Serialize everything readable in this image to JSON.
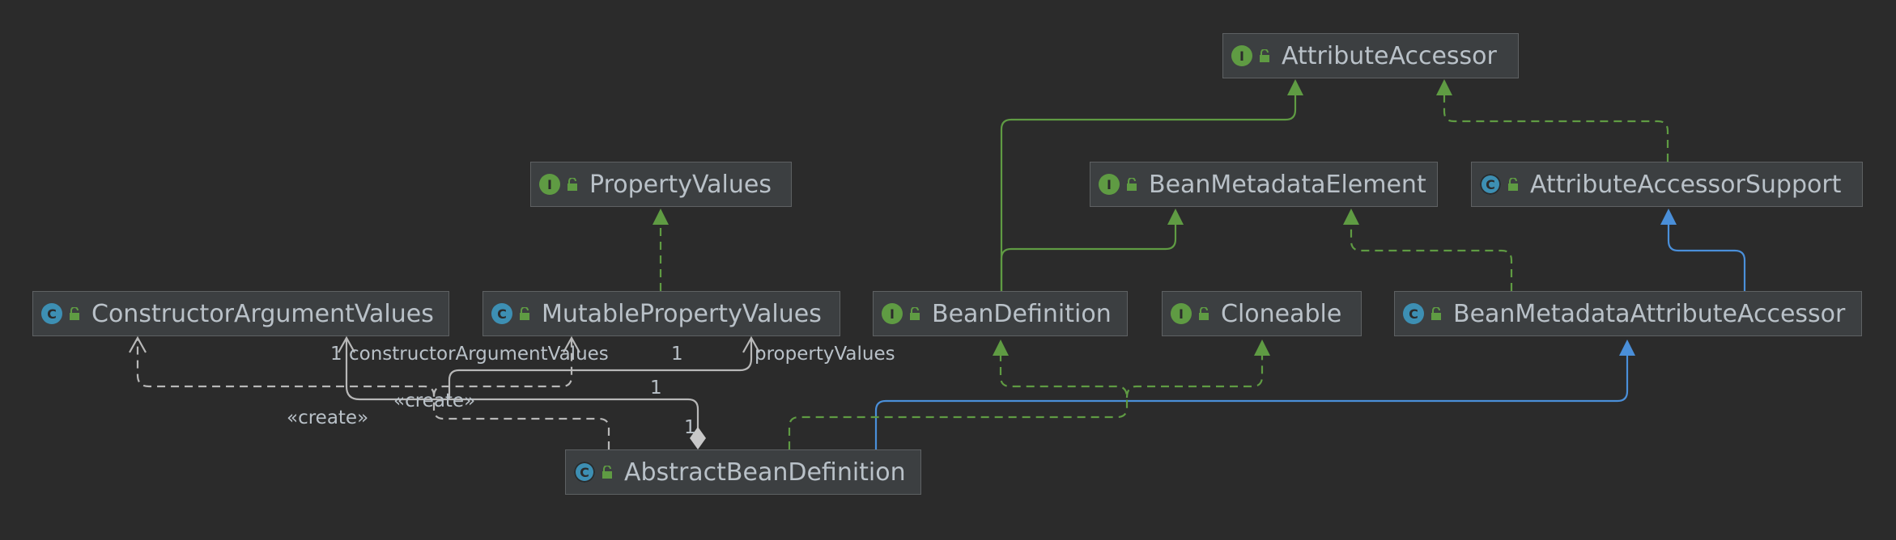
{
  "colors": {
    "background": "#2b2b2b",
    "node_fill": "#3c3f41",
    "node_border": "#5e6163",
    "implements": "#5f9b43",
    "extends": "#4a8fd9",
    "association": "#b8b8b8",
    "text": "#b9c1c8"
  },
  "nodes": {
    "attribute_accessor": {
      "kind": "interface",
      "kind_letter": "I",
      "name": "AttributeAccessor"
    },
    "property_values": {
      "kind": "interface",
      "kind_letter": "I",
      "name": "PropertyValues"
    },
    "bean_metadata_element": {
      "kind": "interface",
      "kind_letter": "I",
      "name": "BeanMetadataElement"
    },
    "attribute_accessor_support": {
      "kind": "abstract-class",
      "kind_letter": "C",
      "name": "AttributeAccessorSupport"
    },
    "constructor_argument_values": {
      "kind": "class",
      "kind_letter": "C",
      "name": "ConstructorArgumentValues"
    },
    "mutable_property_values": {
      "kind": "class",
      "kind_letter": "C",
      "name": "MutablePropertyValues"
    },
    "bean_definition": {
      "kind": "interface",
      "kind_letter": "I",
      "name": "BeanDefinition"
    },
    "cloneable": {
      "kind": "interface",
      "kind_letter": "I",
      "name": "Cloneable"
    },
    "bean_metadata_attribute_accessor": {
      "kind": "class",
      "kind_letter": "C",
      "name": "BeanMetadataAttributeAccessor"
    },
    "abstract_bean_definition": {
      "kind": "abstract-class",
      "kind_letter": "C",
      "name": "AbstractBeanDefinition"
    }
  },
  "edge_labels": {
    "one_a": "1",
    "constructor_argument_values": "constructorArgumentValues",
    "one_b": "1",
    "property_values": "propertyValues",
    "one_c": "1",
    "one_d": "1",
    "create_a": "«create»",
    "create_b": "«create»"
  }
}
